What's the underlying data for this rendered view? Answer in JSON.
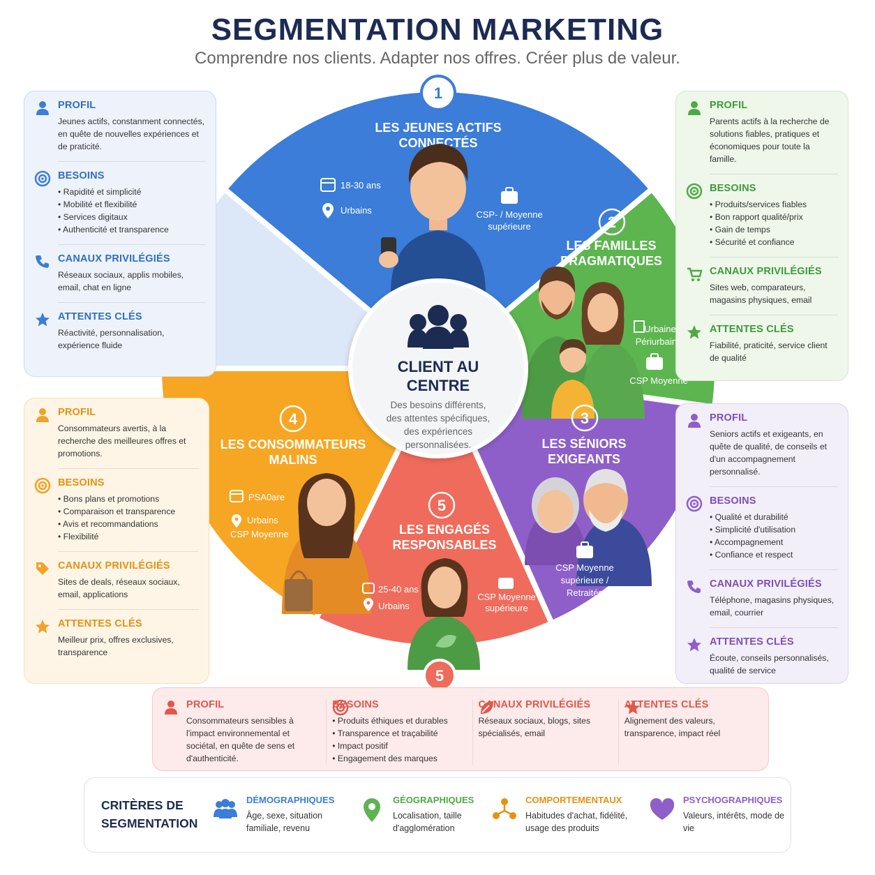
{
  "header": {
    "title": "SEGMENTATION MARKETING",
    "subtitle": "Comprendre nos clients. Adapter nos offres. Créer plus de valeur."
  },
  "center": {
    "title_line1": "CLIENT AU",
    "title_line2": "CENTRE",
    "text_lines": [
      "Des besoins différents,",
      "des attentes spécifiques,",
      "des expériences",
      "personnalisées."
    ]
  },
  "colors": {
    "blue": "#3b7dd8",
    "green": "#5cb54f",
    "orange": "#f6a623",
    "purple": "#8e5fc8",
    "red": "#ef6b5b",
    "pale": "#dce7f7",
    "navy": "#1c2b52"
  },
  "segments": {
    "s1": {
      "number": "1",
      "title_line1": "LES JEUNES ACTIFS",
      "title_line2": "CONNECTÉS",
      "age": "18-30 ans",
      "location": "Urbains",
      "csp_line1": "CSP- / Moyenne",
      "csp_line2": "supérieure"
    },
    "s2": {
      "number": "2",
      "title_line1": "LES FAMILLES",
      "title_line2": "PRAGMATIQUES",
      "location_line1": "Urbaine",
      "location_line2": "Périurbaine",
      "csp": "CSP Moyenne"
    },
    "s3": {
      "number": "3",
      "title_line1": "LES SÉNIORS",
      "title_line2": "EXIGEANTS",
      "csp_line1": "CSP Moyenne",
      "csp_line2": "supérieure /",
      "csp_line3": "Retraités"
    },
    "s4": {
      "number": "4",
      "title_line1": "LES CONSOMMATEURS",
      "title_line2": "MALINS",
      "age": "PSA0are",
      "location": "Urbains",
      "csp": "CSP Moyenne"
    },
    "s5": {
      "number": "5",
      "title_line1": "LES ENGAGÉS",
      "title_line2": "RESPONSABLES",
      "age": "25-40 ans",
      "location": "Urbains",
      "csp_line1": "CSP Moyenne",
      "csp_line2": "supérieure",
      "badge": "5"
    }
  },
  "panels": {
    "blue": {
      "profil_title": "PROFIL",
      "profil_text": "Jeunes actifs, constanment connectés, en quête de nouvelles expériences et de praticité.",
      "besoins_title": "BESOINS",
      "besoins": [
        "Rapidité et simplicité",
        "Mobilité et flexibilité",
        "Services digitaux",
        "Authenticité et transparence"
      ],
      "canaux_title": "CANAUX PRIVILÉGIÉS",
      "canaux_text": "Réseaux sociaux, applis mobiles, email, chat en ligne",
      "attentes_title": "ATTENTES CLÉS",
      "attentes_text": "Réactivité, personnalisation, expérience fluide"
    },
    "green": {
      "profil_title": "PROFIL",
      "profil_text": "Parents actifs à la recherche de solutions fiables, pratiques et économiques pour toute la famille.",
      "besoins_title": "BESOINS",
      "besoins": [
        "Produits/services fiables",
        "Bon rapport qualité/prix",
        "Gain de temps",
        "Sécurité et confiance"
      ],
      "canaux_title": "CANAUX PRIVILÉGIÉS",
      "canaux_text": "Sites web, comparateurs, magasins physiques, email",
      "attentes_title": "ATTENTES CLÉS",
      "attentes_text": "Fiabilité, praticité, service client de qualité"
    },
    "orange": {
      "profil_title": "PROFIL",
      "profil_text": "Consommateurs avertis, à la recherche des meilleures offres et promotions.",
      "besoins_title": "BESOINS",
      "besoins": [
        "Bons plans et promotions",
        "Comparaison et transparence",
        "Avis et recommandations",
        "Flexibilité"
      ],
      "canaux_title": "CANAUX PRIVILÉGIÉS",
      "canaux_text": "Sites de deals, réseaux sociaux, email, applications",
      "attentes_title": "ATTENTES CLÉS",
      "attentes_text": "Meilleur prix, offres exclusives, transparence"
    },
    "purple": {
      "profil_title": "PROFIL",
      "profil_text": "Seniors actifs et exigeants, en quête de qualité, de conseils et d'un accompagnement personnalisé.",
      "besoins_title": "BESOINS",
      "besoins": [
        "Qualité et durabilité",
        "Simplicité d'utilisation",
        "Accompagnement",
        "Confiance et respect"
      ],
      "canaux_title": "CANAUX PRIVILÉGIÉS",
      "canaux_text": "Téléphone, magasins physiques, email, courrier",
      "attentes_title": "ATTENTES CLÉS",
      "attentes_text": "Écoute, conseils personnalisés, qualité de service"
    },
    "red": {
      "profil_title": "PROFIL",
      "profil_text": "Consommateurs sensibles à l'impact environnemental et sociétal, en quête de sens et d'authenticité.",
      "besoins_title": "BESOINS",
      "besoins": [
        "Produits éthiques et durables",
        "Transparence et traçabilité",
        "Impact positif",
        "Engagement des marques"
      ],
      "canaux_title": "CANAUX PRIVILÉGIÉS",
      "canaux_text": "Réseaux sociaux, blogs, sites spécialisés, email",
      "attentes_title": "ATTENTES CLÉS",
      "attentes_text": "Alignement des valeurs, transparence, impact réel"
    }
  },
  "criteria": {
    "title_line1": "CRITÈRES DE",
    "title_line2": "SEGMENTATION",
    "items": [
      {
        "title": "DÉMOGRAPHIQUES",
        "text": "Âge, sexe, situation familiale, revenu",
        "color": "#3b7dd8"
      },
      {
        "title": "GÉOGRAPHIQUES",
        "text": "Localisation, taille d'agglomération",
        "color": "#5cb54f"
      },
      {
        "title": "COMPORTEMENTAUX",
        "text": "Habitudes d'achat, fidélité, usage des produits",
        "color": "#e69112"
      },
      {
        "title": "PSYCHOGRAPHIQUES",
        "text": "Valeurs, intérêts, mode de vie",
        "color": "#8e5fc8"
      }
    ]
  }
}
